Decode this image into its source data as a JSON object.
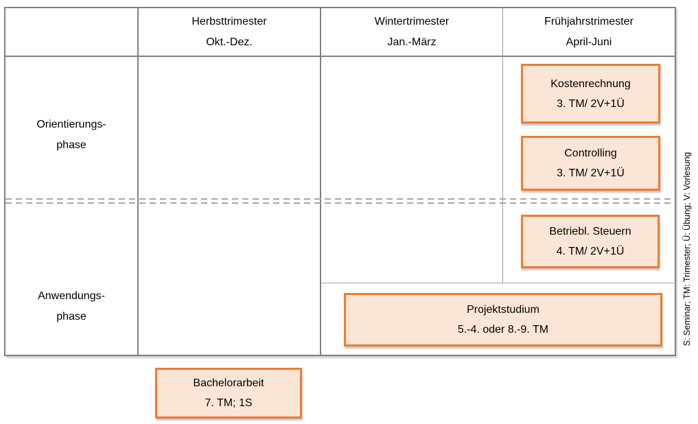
{
  "diagram": {
    "columns": [
      {
        "line1": "Herbsttrimester",
        "line2": "Okt.-Dez."
      },
      {
        "line1": "Wintertrimester",
        "line2": "Jan.-März"
      },
      {
        "line1": "Frühjahrstrimester",
        "line2": "April-Juni"
      }
    ],
    "phases": [
      {
        "line1": "Orientierungs-",
        "line2": "phase"
      },
      {
        "line1": "Anwendungs-",
        "line2": "phase"
      }
    ],
    "courses": [
      {
        "title": "Kostenrechnung",
        "detail": "3. TM/ 2V+1Ü"
      },
      {
        "title": "Controlling",
        "detail": "3. TM/ 2V+1Ü"
      },
      {
        "title": "Betriebl. Steuern",
        "detail": "4. TM/ 2V+1Ü"
      },
      {
        "title": "Projektstudium",
        "detail": "5.-4. oder 8.-9. TM"
      },
      {
        "title": "Bachelorarbeit",
        "detail": "7. TM; 1S"
      }
    ],
    "legend": "S: Seminar; TM: Trimester; Ü: Übung; V: Vorlesung",
    "colors": {
      "course_border": "#ED7D31",
      "course_fill": "#FBE5D6",
      "grid": "#7F7F7F",
      "grid_light": "#A6A6A6"
    }
  }
}
